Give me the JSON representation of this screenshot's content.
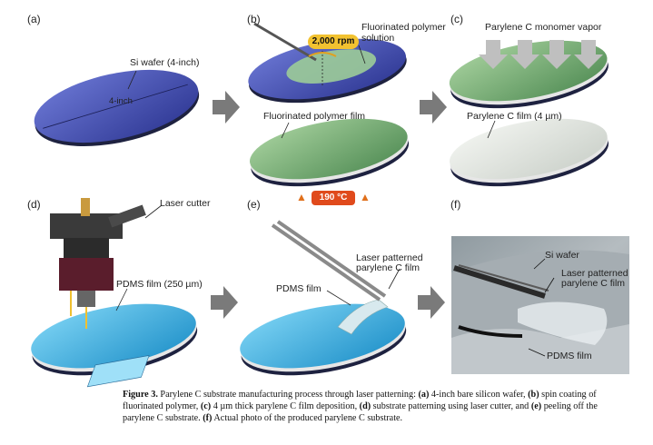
{
  "panels": {
    "a": {
      "letter": "(a)",
      "label_wafer": "Si wafer (4-inch)",
      "label_size": "4-inch"
    },
    "b": {
      "letter": "(b)",
      "label_rpm": "2,000 rpm",
      "label_solution_1": "Fluorinated polymer",
      "label_solution_2": "solution",
      "label_film": "Fluorinated polymer film",
      "label_temp": "190 °C"
    },
    "c": {
      "letter": "(c)",
      "label_vapor": "Parylene C monomer vapor",
      "label_film": "Parylene C film (4 µm)"
    },
    "d": {
      "letter": "(d)",
      "label_cutter": "Laser cutter",
      "label_pdms": "PDMS film (250 µm)"
    },
    "e": {
      "letter": "(e)",
      "label_patterned_1": "Laser patterned",
      "label_patterned_2": "parylene C film",
      "label_pdms": "PDMS film"
    },
    "f": {
      "letter": "(f)",
      "label_wafer": "Si wafer",
      "label_patterned_1": "Laser patterned",
      "label_patterned_2": "parylene C film",
      "label_pdms": "PDMS film"
    }
  },
  "caption": {
    "fig": "Figure 3.",
    "t1": " Parylene C substrate manufacturing process through laser patterning: ",
    "a": "(a)",
    "ta": " 4-inch bare silicon wafer, ",
    "b": "(b)",
    "tb": " spin coating of fluorinated polymer, ",
    "c": "(c)",
    "tc": " 4 µm thick parylene C film deposition, ",
    "d": "(d)",
    "td": " substrate patterning using laser cutter, and ",
    "e": "(e)",
    "te": " peeling off the parylene C substrate. ",
    "f": "(f)",
    "tf": " Actual photo of the produced parylene C substrate."
  },
  "colors": {
    "wafer": "#4a56b8",
    "green": "#7fb27a",
    "cyan": "#3cb4e6",
    "arrow": "#7a7a7a",
    "rpm": "#f2c230",
    "temp": "#e04a1c"
  }
}
